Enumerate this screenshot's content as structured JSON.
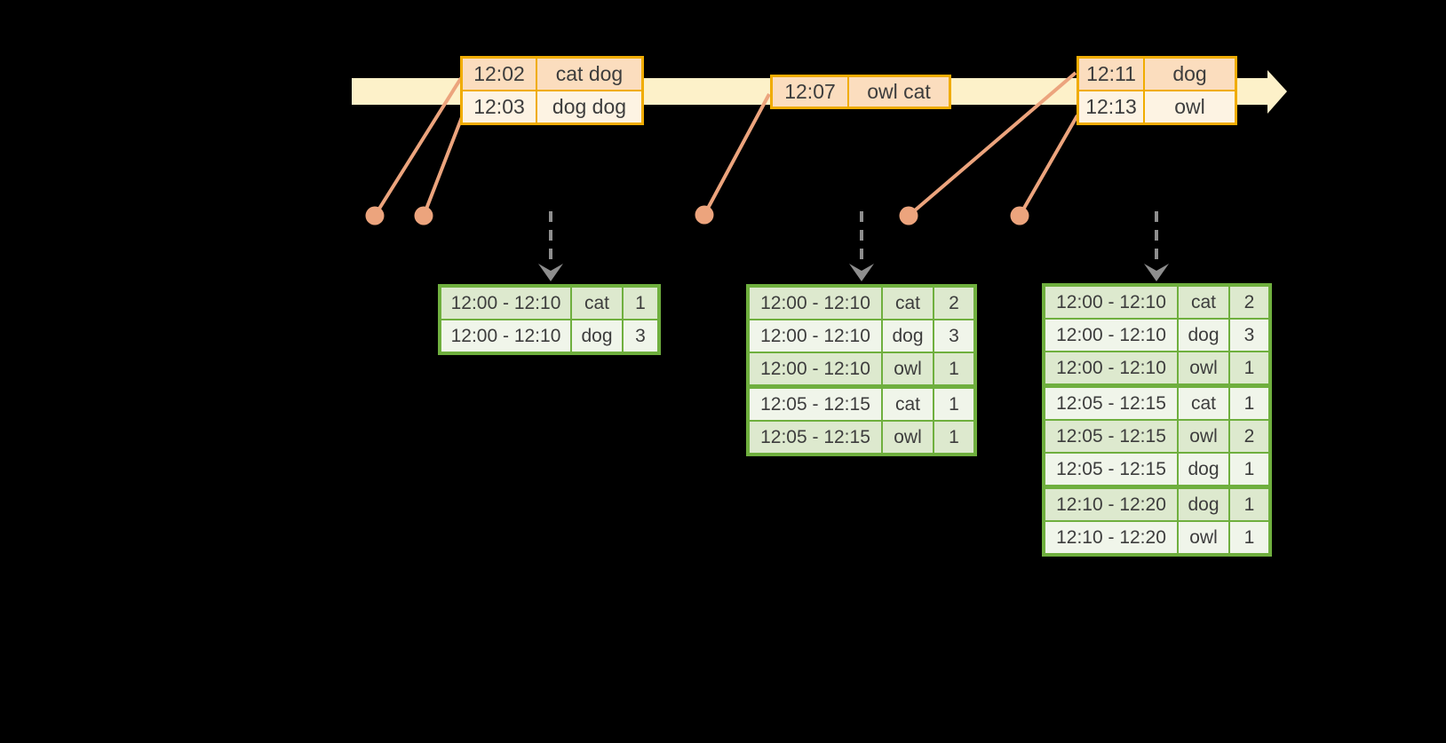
{
  "colors": {
    "background": "#000000",
    "timeline_band": "#FDF1C9",
    "event_border": "#F0AC00",
    "event_cell_peach": "#FBDDBE",
    "event_cell_cream": "#FDF3E3",
    "marker_salmon": "#ECA47D",
    "result_border": "#6FAF3E",
    "result_cell_dark": "#DDE9CE",
    "result_cell_light": "#F0F5EA",
    "arrow_gray": "#8E8E8E",
    "text": "#3D3D3D"
  },
  "icons": {
    "timeline_arrowhead": "right-pointing-triangle",
    "event_marker": "filled-circle",
    "trigger_arrow": "dashed-down-arrow"
  },
  "event_tables": [
    {
      "rows": [
        {
          "time": "12:02",
          "words": "cat dog"
        },
        {
          "time": "12:03",
          "words": "dog dog"
        }
      ]
    },
    {
      "rows": [
        {
          "time": "12:07",
          "words": "owl cat"
        }
      ]
    },
    {
      "rows": [
        {
          "time": "12:11",
          "words": "dog"
        },
        {
          "time": "12:13",
          "words": "owl"
        }
      ]
    }
  ],
  "result_tables": [
    {
      "rows": [
        {
          "window": "12:00 - 12:10",
          "word": "cat",
          "count": "1"
        },
        {
          "window": "12:00 - 12:10",
          "word": "dog",
          "count": "3"
        }
      ]
    },
    {
      "rows": [
        {
          "window": "12:00 - 12:10",
          "word": "cat",
          "count": "2"
        },
        {
          "window": "12:00 - 12:10",
          "word": "dog",
          "count": "3"
        },
        {
          "window": "12:00 - 12:10",
          "word": "owl",
          "count": "1"
        },
        {
          "window": "12:05 - 12:15",
          "word": "cat",
          "count": "1"
        },
        {
          "window": "12:05 - 12:15",
          "word": "owl",
          "count": "1"
        }
      ]
    },
    {
      "rows": [
        {
          "window": "12:00 - 12:10",
          "word": "cat",
          "count": "2"
        },
        {
          "window": "12:00 - 12:10",
          "word": "dog",
          "count": "3"
        },
        {
          "window": "12:00 - 12:10",
          "word": "owl",
          "count": "1"
        },
        {
          "window": "12:05 - 12:15",
          "word": "cat",
          "count": "1"
        },
        {
          "window": "12:05 - 12:15",
          "word": "owl",
          "count": "2"
        },
        {
          "window": "12:05 - 12:15",
          "word": "dog",
          "count": "1"
        },
        {
          "window": "12:10 - 12:20",
          "word": "dog",
          "count": "1"
        },
        {
          "window": "12:10 - 12:20",
          "word": "owl",
          "count": "1"
        }
      ]
    }
  ]
}
